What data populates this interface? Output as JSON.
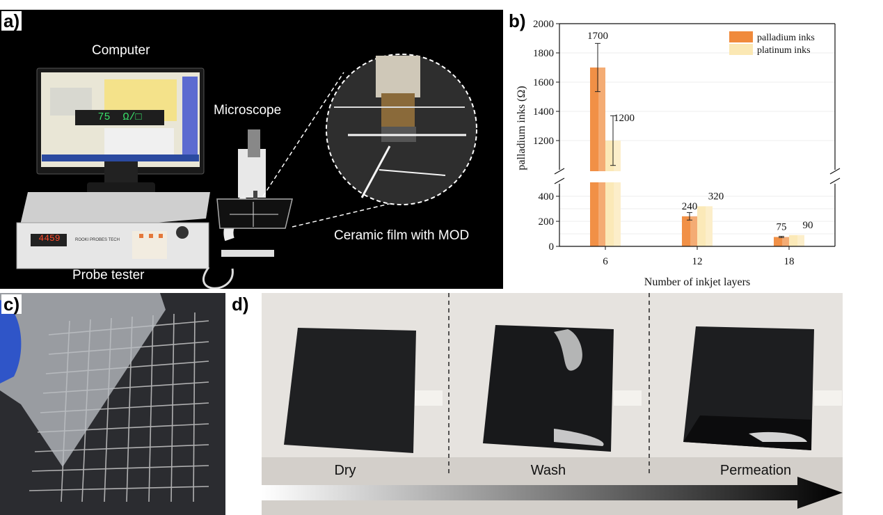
{
  "panels": {
    "a": {
      "label": "a)",
      "computer": "Computer",
      "microscope": "Microscope",
      "probe_tester": "Probe tester",
      "ceramic_film": "Ceramic film with MOD",
      "screen_readout": "75  Ω/□",
      "tester_readout": "4459",
      "tester_brand": "ROOKI PROBES TECH"
    },
    "b": {
      "label": "b)"
    },
    "c": {
      "label": "c)"
    },
    "d": {
      "label": "d)",
      "steps": [
        "Dry",
        "Wash",
        "Permeation"
      ]
    }
  },
  "chart_data": {
    "type": "bar",
    "xlabel": "Number of inkjet layers",
    "ylabel": "palladium inks (Ω)",
    "categories": [
      "6",
      "12",
      "18"
    ],
    "series": [
      {
        "name": "palladium inks",
        "values": [
          1700,
          240,
          75
        ],
        "labels": [
          "1700",
          "240",
          "75"
        ],
        "errors": [
          165,
          30,
          5
        ],
        "color": "#f08a3c"
      },
      {
        "name": "platinum inks",
        "values": [
          1200,
          320,
          90
        ],
        "labels": [
          "1200",
          "320",
          "90"
        ],
        "errors": [
          170,
          0,
          0
        ],
        "color": "#fbe8b4"
      }
    ],
    "y_segments": [
      {
        "range": [
          0,
          500
        ],
        "ticks": [
          0,
          200,
          400
        ]
      },
      {
        "range": [
          1000,
          2000
        ],
        "ticks": [
          1200,
          1400,
          1600,
          1800,
          2000
        ]
      }
    ],
    "axis_break": true,
    "grid": true,
    "legend_position": "top-right"
  }
}
